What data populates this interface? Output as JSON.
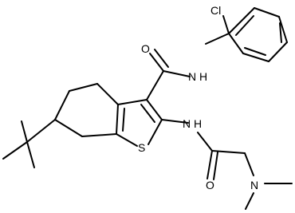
{
  "structure": {
    "atom_labels": {
      "chlorine": "Cl",
      "carbonyl_oxygen_1": "O",
      "amide_nh_1": "N",
      "amide_h_1": "H",
      "thiophene_sulfur": "S",
      "amide_nh_2": "N",
      "amide_h_2": "H",
      "carbonyl_oxygen_2": "O",
      "amine_nitrogen": "N"
    },
    "colors": {
      "bond": "#000000",
      "label": "#000000",
      "background": "#ffffff"
    }
  }
}
